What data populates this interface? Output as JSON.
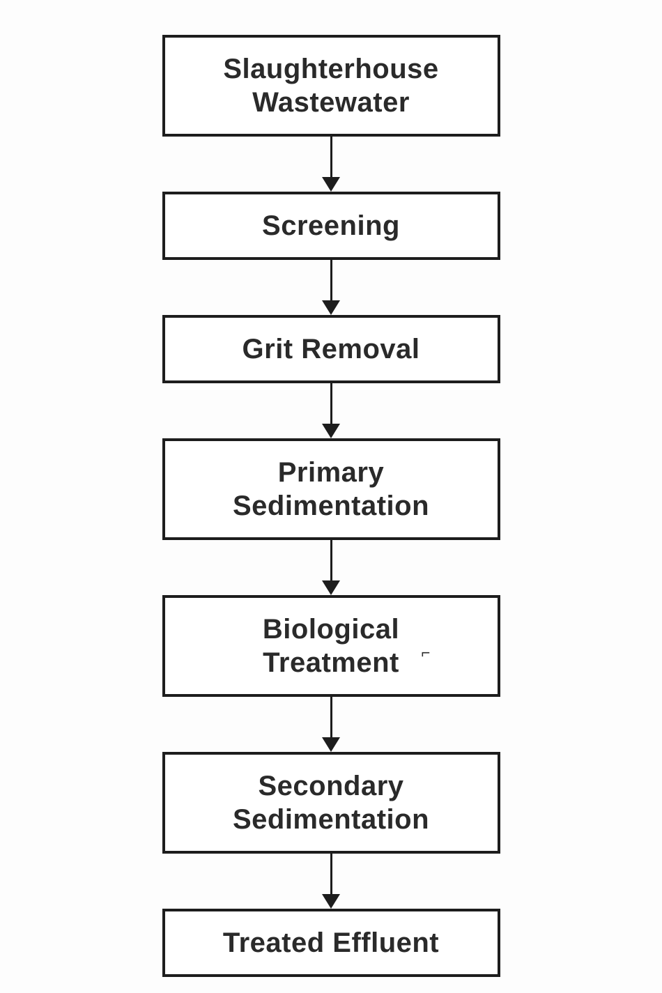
{
  "nodes": [
    {
      "lines": [
        "Slaughterhouse",
        "Wastewater"
      ]
    },
    {
      "lines": [
        "Screening"
      ]
    },
    {
      "lines": [
        "Grit Removal"
      ]
    },
    {
      "lines": [
        "Primary",
        "Sedimentation"
      ]
    },
    {
      "lines": [
        "Biological",
        "Treatment"
      ],
      "stray_mark": "⌐"
    },
    {
      "lines": [
        "Secondary",
        "Sedimentation"
      ]
    },
    {
      "lines": [
        "Treated Effluent"
      ]
    }
  ],
  "colors": {
    "box_border": "#1d1d1d",
    "text": "#2a2a2a",
    "arrow": "#1d1d1d",
    "box_fill": "#ffffff",
    "background": "#fdfdfd"
  }
}
